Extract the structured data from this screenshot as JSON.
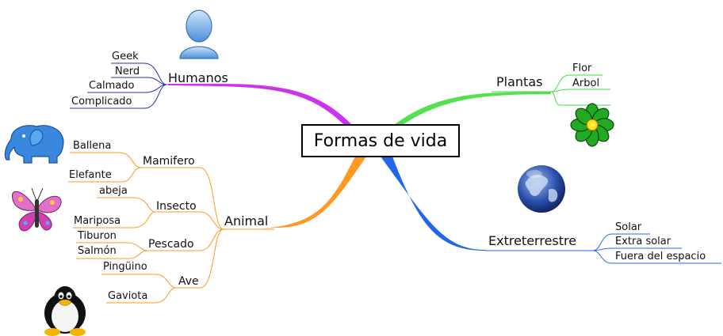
{
  "center": {
    "label": "Formas de vida"
  },
  "branches": {
    "humanos": {
      "label": "Humanos",
      "color": "#cc33ee",
      "leaves": [
        "Geek",
        "Nerd",
        "Calmado",
        "Complicado"
      ],
      "icon": "person-icon"
    },
    "plantas": {
      "label": "Plantas",
      "color": "#44dd44",
      "leaves": [
        "Flor",
        "Arbol"
      ],
      "icon": "flower-icon"
    },
    "animal": {
      "label": "Animal",
      "color": "#ff9922",
      "groups": [
        {
          "label": "Mamifero",
          "leaves": [
            "Ballena",
            "Elefante"
          ]
        },
        {
          "label": "Insecto",
          "leaves": [
            "abeja",
            "Mariposa"
          ]
        },
        {
          "label": "Pescado",
          "leaves": [
            "Tiburon",
            "Salmón"
          ]
        },
        {
          "label": "Ave",
          "leaves": [
            "Pingüino",
            "Gaviota"
          ]
        }
      ],
      "icons": [
        "elephant-icon",
        "butterfly-icon",
        "penguin-icon"
      ]
    },
    "extreterrestre": {
      "label": "Extreterrestre",
      "color": "#2266ee",
      "leaves": [
        "Solar",
        "Extra solar",
        "Fuera del espacio"
      ],
      "icon": "globe-icon"
    }
  }
}
